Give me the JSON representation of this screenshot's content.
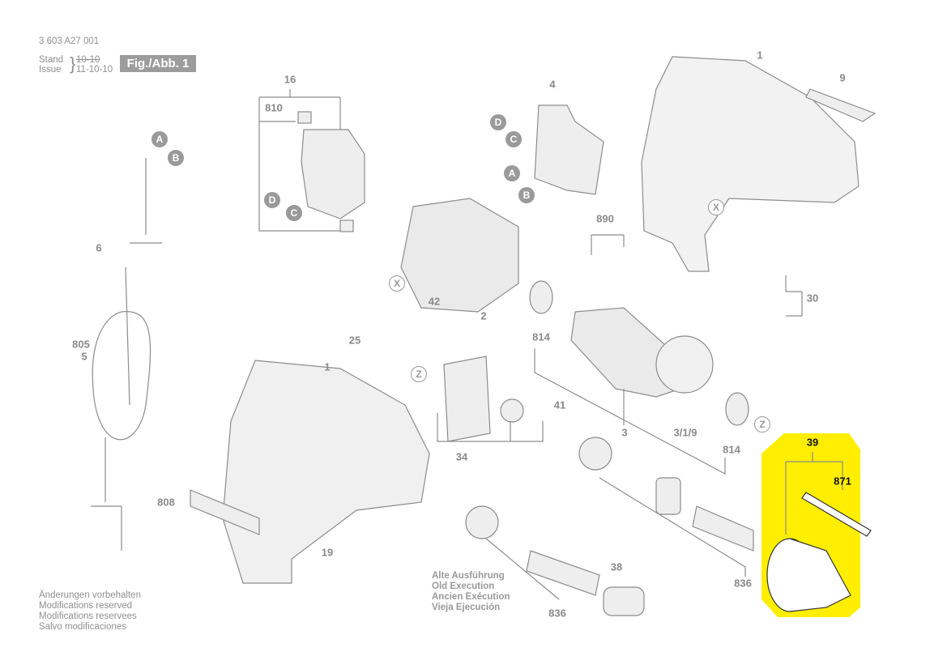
{
  "header": {
    "part_number": "3 603 A27 001",
    "stand_label": "Stand",
    "issue_label": "Issue",
    "stand_date": "10-10",
    "issue_date": "11-10-10",
    "figure": "Fig./Abb. 1"
  },
  "footer": [
    "Änderungen vorbehalten",
    "Modifications reserved",
    "Modifications reservees",
    "Salvo modificaciones"
  ],
  "old_execution": [
    "Alte Ausführung",
    "Old Execution",
    "Ancien Exécution",
    "Vieja Ejecución"
  ],
  "labels": [
    "1",
    "9",
    "16",
    "810",
    "4",
    "890",
    "6",
    "30",
    "25",
    "42",
    "2",
    "814",
    "805",
    "5",
    "1",
    "41",
    "3",
    "3/1/9",
    "34",
    "814",
    "39",
    "871",
    "808",
    "19",
    "38",
    "836",
    "836"
  ],
  "markers": [
    "A",
    "B",
    "D",
    "C",
    "A",
    "B",
    "D",
    "C",
    "X",
    "X",
    "Z",
    "Z"
  ],
  "highlight_color": "#ffee00"
}
